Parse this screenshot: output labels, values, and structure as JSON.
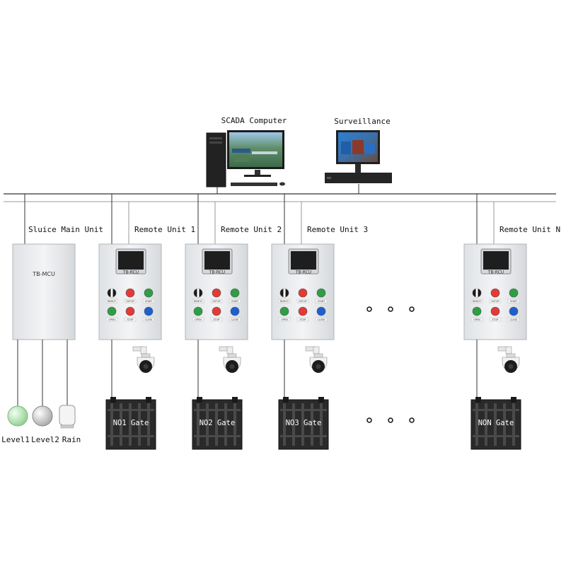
{
  "devices": {
    "scada": "SCADA Computer",
    "surveillance": "Surveillance"
  },
  "main_unit": {
    "label": "Sluice Main Unit",
    "cabinet_text": "TB-MCU",
    "sensors": [
      "Level1",
      "Level2",
      "Rain"
    ]
  },
  "remote_units": [
    {
      "label": "Remote Unit 1",
      "gate": "NO1 Gate"
    },
    {
      "label": "Remote Unit 2",
      "gate": "NO2 Gate"
    },
    {
      "label": "Remote Unit 3",
      "gate": "NO3 Gate"
    },
    {
      "label": "Remote Unit N",
      "gate": "NON Gate"
    }
  ],
  "panel": {
    "screen_label": "TB-RCU",
    "buttons": [
      "REMOT",
      "ESTOP",
      "START",
      "OPEN",
      "STOP",
      "CLOSE"
    ]
  },
  "colors": {
    "bus_line": "#333333",
    "cabinet": "#eceef0",
    "red_button": "#e53935",
    "green_button": "#2e9e44",
    "blue_button": "#1e5fd0",
    "gate": "#2a2a2a"
  }
}
